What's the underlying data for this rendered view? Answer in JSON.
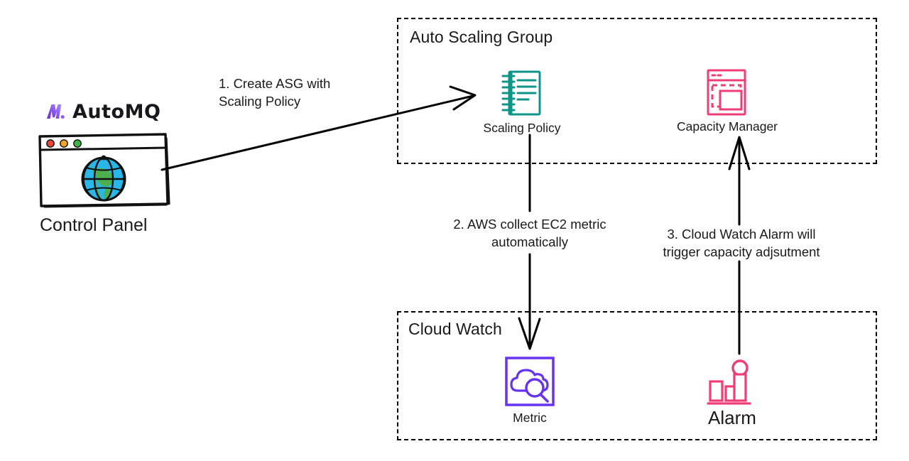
{
  "brand": {
    "name": "AutoMQ",
    "logo_icon": "automq-logo-icon",
    "logo_color_start": "#8b5cf6",
    "logo_color_end": "#6d28d9"
  },
  "control_panel": {
    "label": "Control Panel",
    "icon": "browser-window-globe-icon",
    "dot_colors": [
      "#e8453c",
      "#f5a623",
      "#3cb44b"
    ],
    "globe_water_color": "#29b6e8",
    "globe_land_color": "#4caf50"
  },
  "groups": [
    {
      "id": "auto-scaling-group",
      "title": "Auto Scaling Group",
      "nodes": [
        {
          "id": "scaling-policy",
          "label": "Scaling Policy",
          "icon": "notebook-icon",
          "color": "#0e9488"
        },
        {
          "id": "capacity-manager",
          "label": "Capacity Manager",
          "icon": "window-resize-icon",
          "color": "#ef3e77"
        }
      ]
    },
    {
      "id": "cloud-watch",
      "title": "Cloud Watch",
      "nodes": [
        {
          "id": "metric",
          "label": "Metric",
          "icon": "cloud-magnifier-icon",
          "color": "#6633ee"
        },
        {
          "id": "alarm",
          "label": "Alarm",
          "icon": "bar-chart-alarm-icon",
          "color": "#ef3e77"
        }
      ]
    }
  ],
  "steps": [
    {
      "id": "step-1",
      "text": "1. Create ASG with\nScaling Policy",
      "from": "control-panel",
      "to": "scaling-policy"
    },
    {
      "id": "step-2",
      "text": "2. AWS collect EC2 metric\nautomatically",
      "from": "scaling-policy",
      "to": "metric"
    },
    {
      "id": "step-3",
      "text": "3. Cloud Watch Alarm will\ntrigger capacity adjsutment",
      "from": "alarm",
      "to": "capacity-manager"
    }
  ],
  "colors": {
    "stroke": "#000000",
    "background": "#ffffff",
    "text": "#1a1a1a"
  }
}
